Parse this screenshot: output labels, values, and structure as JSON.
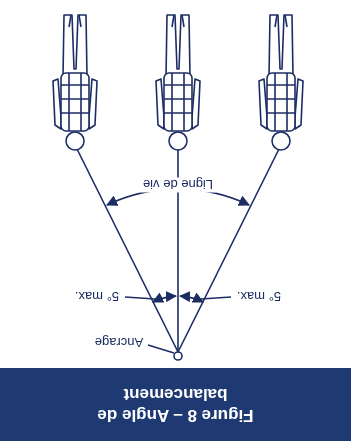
{
  "diagram": {
    "title": "Figure 8 – Angle de balancement",
    "labels": [
      "Ancrage",
      "5° max.",
      "5° max.",
      "Ligne de vie"
    ]
  }
}
